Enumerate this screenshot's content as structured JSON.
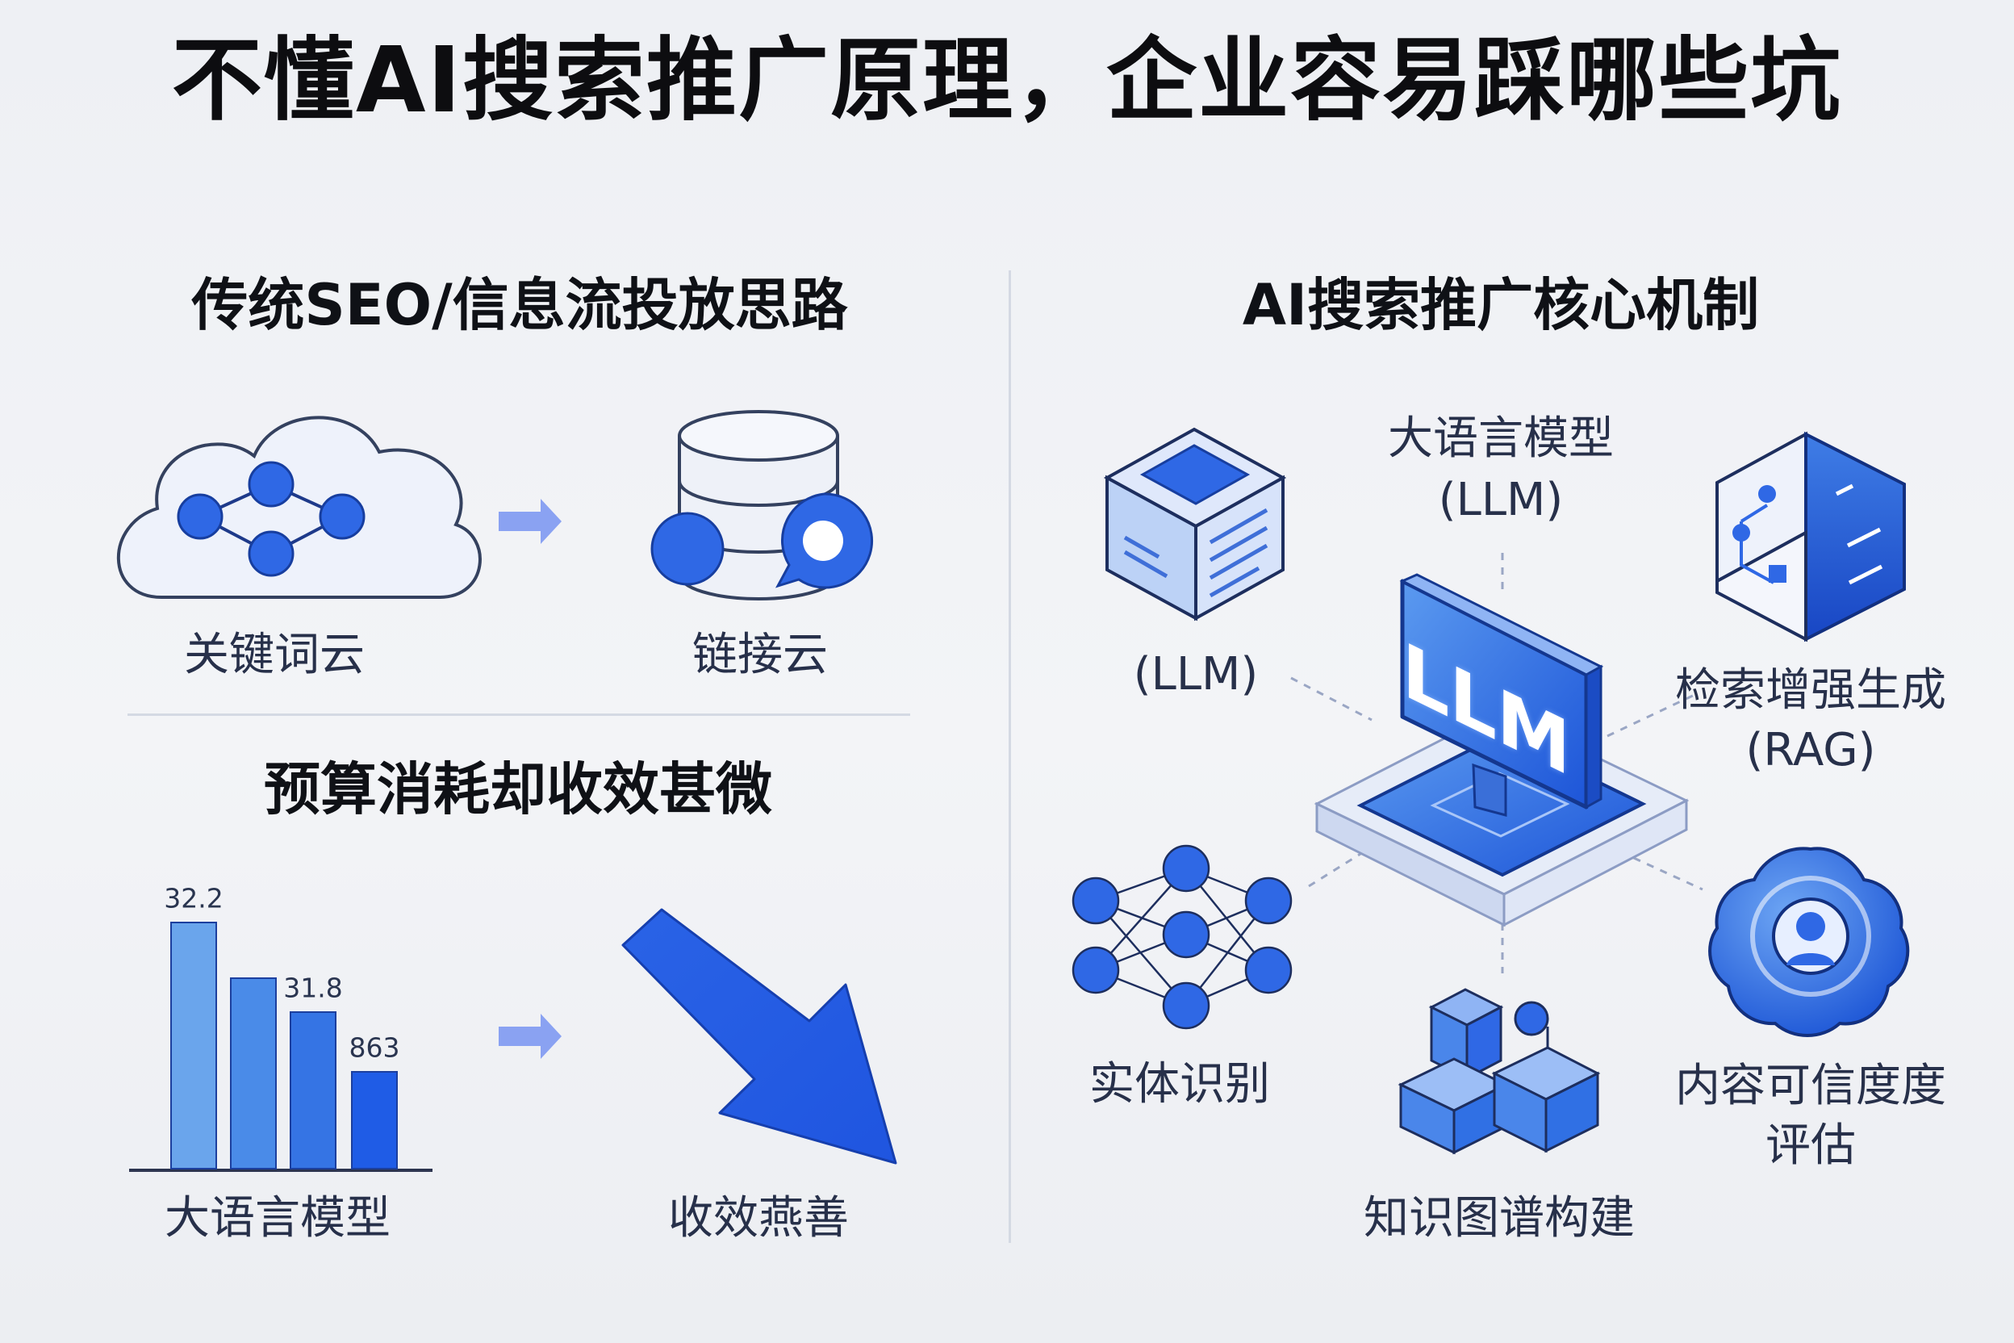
{
  "title": "不懂AI搜索推广原理，企业容易踩哪些坑",
  "left": {
    "heading": "传统SEO/信息流投放思路",
    "keyword_cloud_label": "关键词云",
    "link_cloud_label": "链接云",
    "subheading": "预算消耗却收效甚微",
    "bar_axis_label": "大语言模型",
    "arrow_label": "收效燕善"
  },
  "right": {
    "heading": "AI搜索推广核心机制",
    "center_badge": "LLM",
    "llm_label": "大语言模型",
    "llm_label_abbr": "(LLM)",
    "cube_label": "(LLM)",
    "rag_label": "检索增强生成",
    "rag_label_abbr": "(RAG)",
    "entity_label": "实体识别",
    "kg_label": "知识图谱构建",
    "credibility_label_1": "内容可信度度",
    "credibility_label_2": "评估"
  },
  "chart_data": {
    "type": "bar",
    "values": [
      32.2,
      null,
      31.8,
      863
    ],
    "value_labels": [
      "32.2",
      "",
      "31.8",
      "863"
    ],
    "colors": [
      "#6aa5ec",
      "#4a8be8",
      "#3574e4",
      "#1f5ce6"
    ]
  }
}
